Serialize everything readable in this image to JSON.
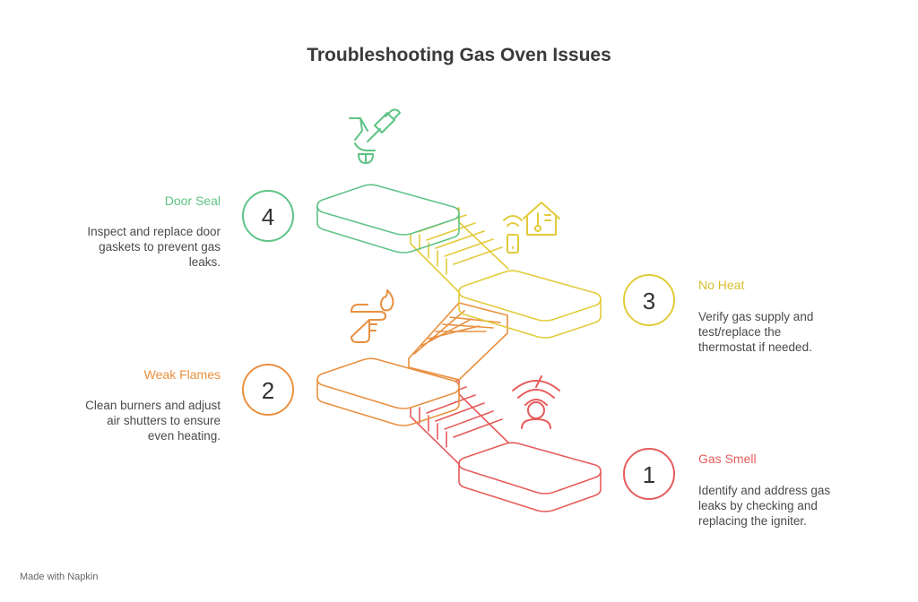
{
  "title": "Troubleshooting Gas Oven Issues",
  "colors": {
    "step1": "#e65c5c",
    "step2": "#e9903f",
    "step3": "#e2cb3a",
    "step4": "#5fc386"
  },
  "steps": [
    {
      "number": "1",
      "title": "Gas Smell",
      "desc": [
        "Identify and address gas",
        "leaks by checking and",
        "replacing the igniter."
      ],
      "icon": "gas-leak-person-icon"
    },
    {
      "number": "2",
      "title": "Weak Flames",
      "desc": [
        "Clean burners and adjust",
        "air shutters to ensure",
        "even heating."
      ],
      "icon": "hand-flame-icon"
    },
    {
      "number": "3",
      "title": "No Heat",
      "desc": [
        "Verify gas supply and",
        "test/replace the",
        "thermostat if needed."
      ],
      "icon": "smart-thermostat-icon"
    },
    {
      "number": "4",
      "title": "Door Seal",
      "desc": [
        "Inspect and replace door",
        "gaskets to prevent gas",
        "leaks."
      ],
      "icon": "seal-tools-icon"
    }
  ],
  "footer": "Made with Napkin"
}
